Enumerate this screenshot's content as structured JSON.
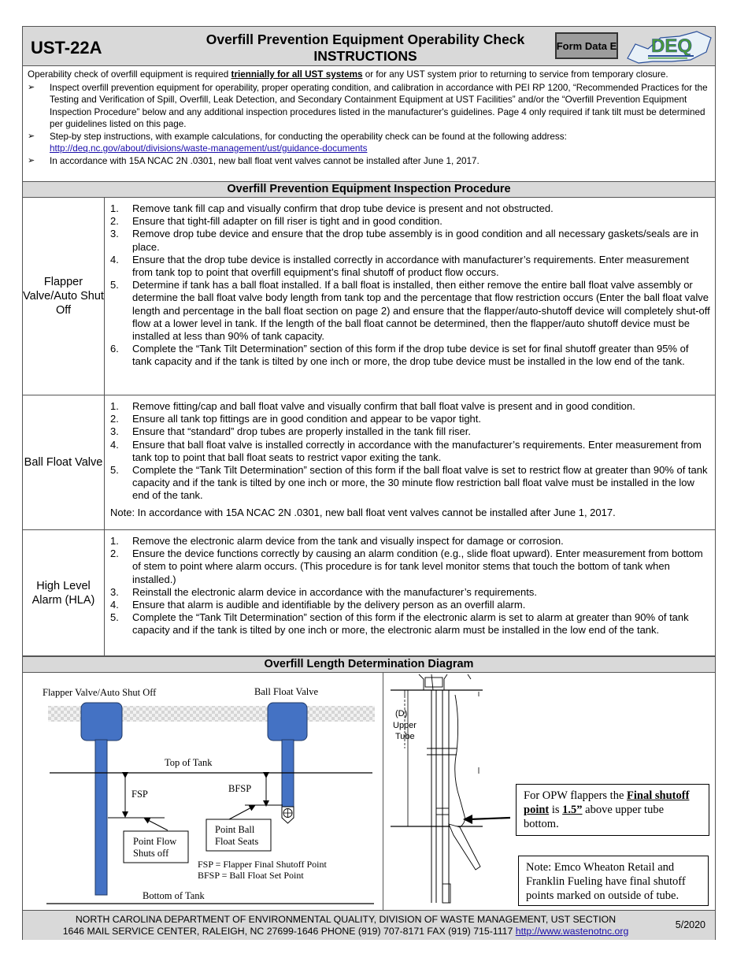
{
  "header": {
    "form_id": "UST-22A",
    "title_line1": "Overfill Prevention Equipment Operability Check",
    "title_line2": "INSTRUCTIONS",
    "form_data_button": "Form Data E",
    "logo_text": "DEQ"
  },
  "intro": {
    "lead_pre": "Operability check of overfill equipment is required ",
    "lead_bold": "triennially for all UST systems",
    "lead_post": " or for any UST system prior to returning to service from temporary closure.",
    "bullets": [
      "Inspect overfill prevention equipment for operability, proper operating condition, and calibration in accordance with PEI RP 1200, “Recommended Practices for the Testing and Verification of Spill, Overfill, Leak Detection, and Secondary Containment Equipment at UST Facilities” and/or the “Overfill Prevention Equipment Inspection Procedure” below and any additional inspection procedures listed in the manufacturer's guidelines. Page 4 only required if tank tilt must be determined per guidelines listed on this page.",
      "Step-by step instructions, with example calculations, for conducting the operability check can be found at the following address:",
      "In accordance with 15A NCAC 2N .0301, new ball float vent valves cannot be installed after June 1, 2017."
    ],
    "guidance_link": "http://deq.nc.gov/about/divisions/waste-management/ust/guidance-documents"
  },
  "procedure": {
    "section_title": "Overfill Prevention Equipment Inspection Procedure",
    "flapper": {
      "label": "Flapper Valve/Auto Shut Off",
      "steps": [
        "Remove tank fill cap and visually confirm that drop tube device is present and not obstructed.",
        "Ensure that tight-fill adapter on fill riser is tight and in good condition.",
        "Remove drop tube device and ensure that the drop tube assembly is in good condition and all necessary gaskets/seals are in place.",
        "Ensure that the drop tube device is installed correctly in accordance with manufacturer’s requirements. Enter measurement from tank top to point that overfill equipment’s final shutoff of product flow occurs.",
        "Determine if tank has a ball float installed. If a ball float is installed, then either remove the entire ball float valve assembly or determine the ball float valve body length from tank top and the percentage that flow restriction occurs (Enter the ball float valve length and percentage in the ball float section on page 2) and ensure that the flapper/auto-shutoff device will completely shut-off flow at a lower level in tank. If the length of the ball float cannot be determined, then the flapper/auto shutoff device must be installed at less than 90% of tank capacity.",
        "Complete the “Tank Tilt Determination” section of this form if the drop tube device is set for final shutoff greater than 95% of tank capacity and if the tank is tilted by one inch or more, the drop tube device must be installed in the low end of the tank."
      ]
    },
    "ballfloat": {
      "label": "Ball Float Valve",
      "steps": [
        "Remove fitting/cap and ball float valve and visually confirm that ball float valve is present and in good condition.",
        "Ensure all tank top fittings are in good condition and appear to be vapor tight.",
        "Ensure that “standard” drop tubes are properly installed in the tank fill riser.",
        "Ensure that ball float valve is installed correctly in accordance with the manufacturer’s requirements. Enter measurement from tank top to point that ball float seats to restrict vapor exiting the tank.",
        "Complete the “Tank Tilt Determination” section of this form if the ball float valve is set to restrict flow at greater than 90% of tank capacity and if the tank is tilted by one inch or more, the 30 minute flow restriction ball float valve must be installed in the low end of the tank."
      ],
      "note": "Note:  In accordance with 15A NCAC 2N .0301, new ball float vent valves cannot be installed after June 1, 2017."
    },
    "hla": {
      "label": "High Level Alarm (HLA)",
      "steps": [
        "Remove the electronic alarm device from the tank and visually inspect for damage or corrosion.",
        "Ensure the device functions correctly by causing an alarm condition (e.g., slide float upward). Enter measurement from bottom of stem to point where alarm occurs. (This procedure is for tank level monitor stems that touch the bottom of tank when installed.)",
        "Reinstall the electronic alarm device in accordance with the manufacturer’s requirements.",
        "Ensure that alarm is audible and identifiable by the delivery person as an overfill alarm.",
        "Complete the “Tank Tilt Determination” section of this form if the electronic alarm is set to alarm at greater than 90% of tank capacity and if the tank is tilted by one inch or more, the electronic alarm must be installed in the low end of the tank."
      ]
    }
  },
  "diagram": {
    "section_title": "Overfill Length Determination Diagram",
    "flapper_label": "Flapper Valve/Auto Shut Off",
    "ballfloat_label": "Ball Float Valve",
    "top_of_tank": "Top of Tank",
    "fsp": "FSP",
    "bfsp": "BFSP",
    "point_flow_1": "Point Flow",
    "point_flow_2": "Shuts off",
    "point_ball_1": "Point Ball",
    "point_ball_2": "Float Seats",
    "legend_fsp": "FSP = Flapper Final Shutoff Point",
    "legend_bfsp": "BFSP = Ball Float Set Point",
    "bottom_of_tank": "Bottom of Tank",
    "d_label": "(D)",
    "upper_label": "Upper",
    "tube_label": "Tube",
    "opw_pre": "For OPW flappers the ",
    "opw_bold1": "Final shutoff point",
    "opw_mid": " is ",
    "opw_bold2": "1.5”",
    "opw_post": " above upper tube bottom.",
    "emco_note": "Note:  Emco Wheaton Retail and Franklin Fueling have final shutoff points marked on outside of tube."
  },
  "footer": {
    "line1": "NORTH CAROLINA DEPARTMENT OF ENVIRONMENTAL QUALITY, DIVISION OF WASTE MANAGEMENT, UST SECTION",
    "line2": "1646 MAIL SERVICE CENTER, RALEIGH, NC 27699-1646   PHONE (919) 707-8171  FAX (919) 715-1117  ",
    "link": "http://www.wastenotnc.org",
    "date": "5/2020"
  },
  "colors": {
    "blue": "#4472c4",
    "header_gray": "#d9d9d9",
    "green": "#4a9a3a",
    "navy": "#2a4f9a"
  }
}
